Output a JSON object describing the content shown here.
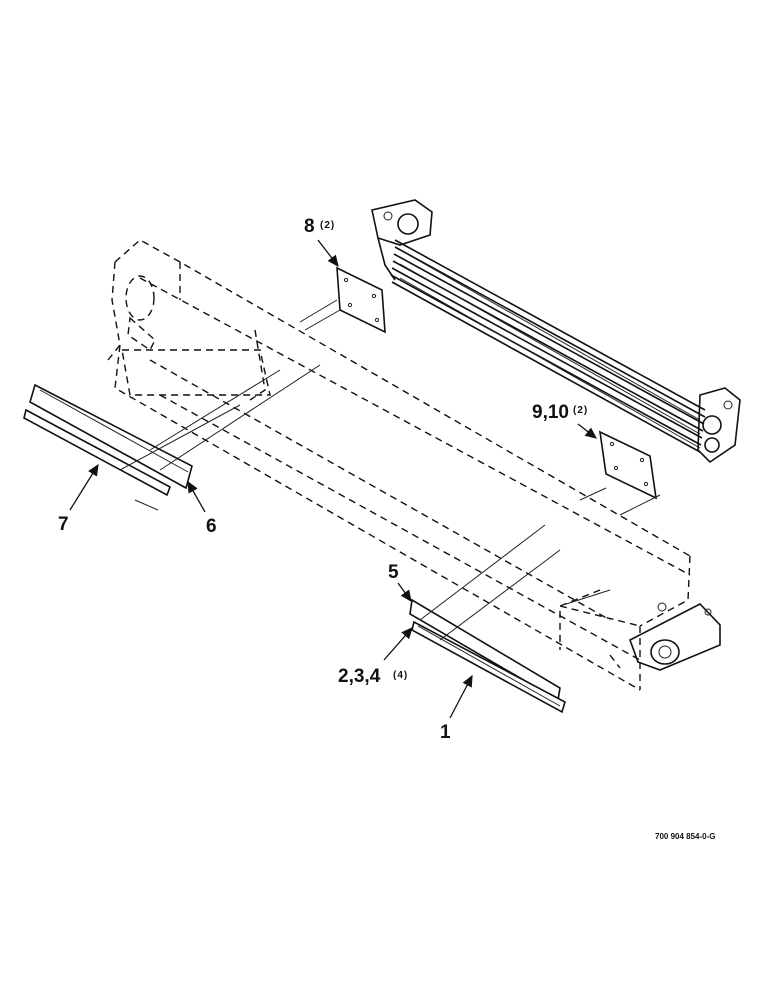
{
  "callouts": [
    {
      "id": "c8",
      "label": "8",
      "qty": "(2)"
    },
    {
      "id": "c910",
      "label": "9,10",
      "qty": "(2)"
    },
    {
      "id": "c7",
      "label": "7",
      "qty": ""
    },
    {
      "id": "c6",
      "label": "6",
      "qty": ""
    },
    {
      "id": "c5",
      "label": "5",
      "qty": ""
    },
    {
      "id": "c234",
      "label": "2,3,4",
      "qty": "(4)"
    },
    {
      "id": "c1",
      "label": "1",
      "qty": ""
    }
  ],
  "reference_number": "700 904 854-0-G"
}
